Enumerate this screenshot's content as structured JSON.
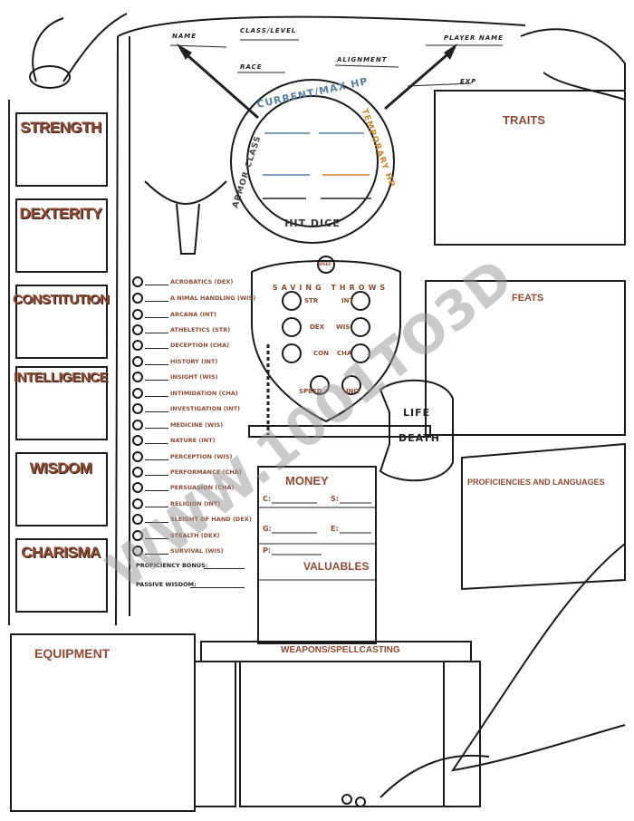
{
  "header": {
    "name": "NAME",
    "class_level": "CLASS/LEVEL",
    "player_name": "PLAYER NAME",
    "race": "RACE",
    "alignment": "ALIGNMENT",
    "exp": "EXP"
  },
  "hp": {
    "current_max": "CURRENT/MAX HP",
    "armor_class": "ARMOR CLASS",
    "temporary": "TEMPORARY HP",
    "hit_dice": "HIT DICE"
  },
  "stats": [
    "STRENGTH",
    "DEXTERITY",
    "CONSTITUTION",
    "INTELLIGENCE",
    "WISDOM",
    "CHARISMA"
  ],
  "skills": [
    "ACROBATICS (DEX)",
    "A NIMAL HANDLING (WIS)",
    "ARCANA (INT)",
    "ATHELETICS (STR)",
    "DECEPTION (CHA)",
    "HISTORY (INT)",
    "INSIGHT (WIS)",
    "INTIMIDATION (CHA)",
    "INVESTIGATION (INT)",
    "MEDICINE (WIS)",
    "NATURE (INT)",
    "PERCEPTION (WIS)",
    "PERFORMANCE (CHA)",
    "PERSUASION (CHA)",
    "RELIGION (INT)",
    "SLEIGHT OF HAND (DEX)",
    "STEALTH (DEX)",
    "SURVIVAL (WIS)"
  ],
  "proficiency_bonus": "PROFICIENCY BONUS:",
  "passive_wisdom": "PASSIVE WISDOM:",
  "saving_throws": {
    "title": "SAVING THROWS",
    "str": "STR",
    "int": "INT",
    "dex": "DEX",
    "wis": "WIS",
    "con": "CON",
    "cha": "CHA",
    "speed": "SPEED",
    "init": "INIT",
    "shield_label": "SPEED"
  },
  "life_death": {
    "life": "LIFE",
    "death": "DEATH"
  },
  "money": {
    "title": "MONEY",
    "c": "C:",
    "s": "S:",
    "g": "G:",
    "e": "E:",
    "p": "P:"
  },
  "valuables": "VALUABLES",
  "traits": "TRAITS",
  "feats": "FEATS",
  "proficiencies": "PROFICIENCIES AND LANGUAGES",
  "equipment": "EQUIPMENT",
  "weapons": "WEAPONS/SPELLCASTING",
  "watermark": "WWW.1001TO3D",
  "colors": {
    "accent": "#8b4b35",
    "hp_blue": "#5a7fa0",
    "temp_orange": "#c9862f",
    "ink": "#1a1a1a"
  }
}
